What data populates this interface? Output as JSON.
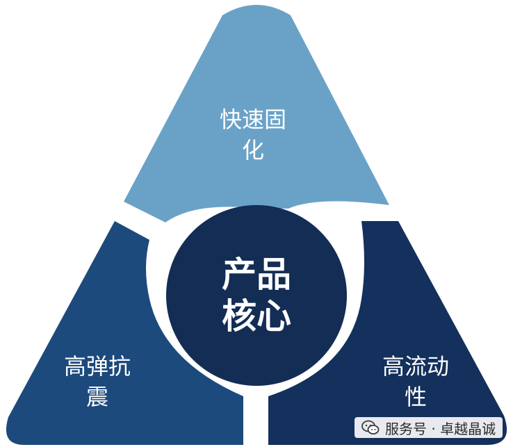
{
  "diagram": {
    "segments": {
      "top": {
        "line1": "快速固",
        "line2": "化",
        "color": "#6aa2c7"
      },
      "left": {
        "line1": "高弹抗",
        "line2": "震",
        "color": "#1d4a7d"
      },
      "right": {
        "line1": "高流动",
        "line2": "性",
        "color": "#14305c"
      }
    },
    "center": {
      "line1": "产品",
      "line2": "核心",
      "color": "#132d55"
    }
  },
  "watermark": {
    "text": "服务号 · 卓越晶诚",
    "icon": "wechat-icon"
  }
}
